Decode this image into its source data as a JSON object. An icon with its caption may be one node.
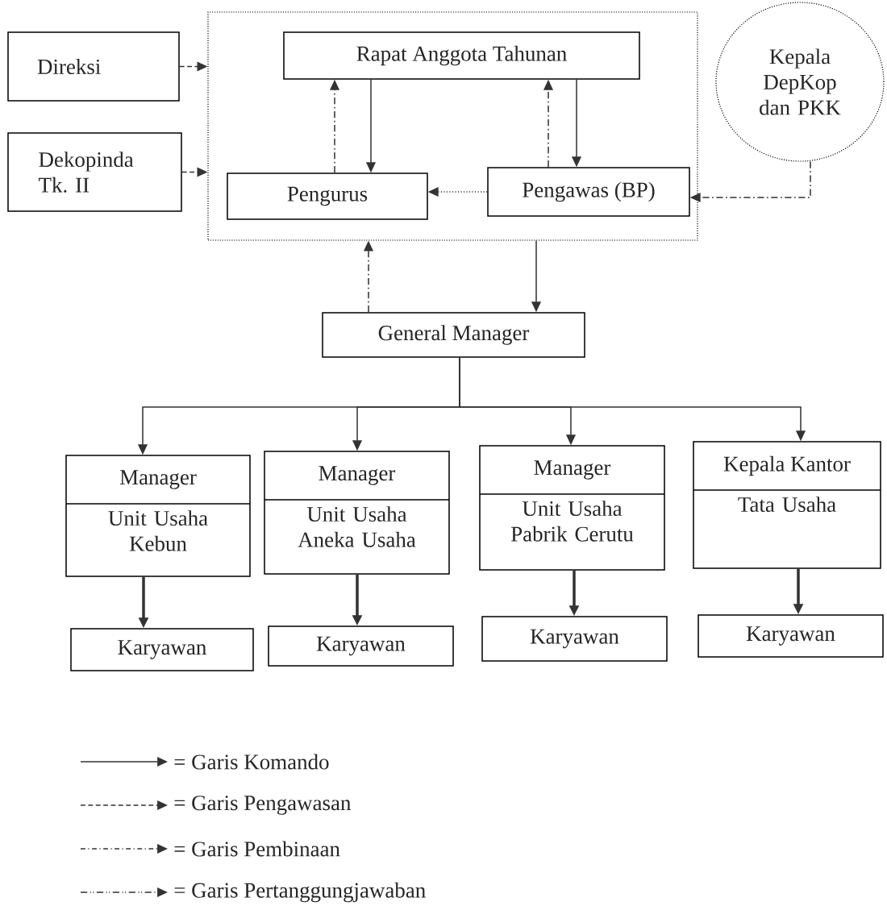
{
  "diagram": {
    "nodes": [
      {
        "text": [],
        "shape": "box"
      },
      {
        "text": [
          "Rapat Anggota Tahunan"
        ],
        "in": 0
      },
      {
        "text": [
          "Pengurus"
        ],
        "in": 0
      },
      {
        "text": [
          "Pengawas (BP)"
        ],
        "in": 0
      },
      {
        "text": [
          "Direksi"
        ]
      },
      {
        "text": [
          "Dekopinda Tk. II"
        ]
      },
      {
        "text": [
          "Kepala DepKop dan PKK"
        ]
      },
      {
        "text": [
          "General Manager"
        ]
      },
      {
        "text": [
          "Manager",
          "Unit Usaha Kebun"
        ]
      },
      {
        "text": [
          "Manager",
          "Unit Usaha Aneka Usaha"
        ]
      },
      {
        "text": [
          "Manager",
          "Unit Usaha Pabrik Cerutu"
        ]
      },
      {
        "text": [
          "Kepala Kantor",
          "Tata Usaha"
        ]
      },
      {
        "text": [
          "Karyawan"
        ]
      },
      {
        "text": [
          "Karyawan"
        ]
      },
      {
        "text": [
          "Karyawan"
        ]
      },
      {
        "text": [
          "Karyawan"
        ]
      }
    ],
    "edges": [
      {
        "from": 4,
        "to": 0,
        "arrow": "to",
        "style": "dashed"
      },
      {
        "from": 5,
        "to": 0,
        "arrow": "to",
        "style": "dashed"
      },
      {
        "from": 2,
        "to": 1,
        "arrow": "to",
        "style": "dashed"
      },
      {
        "from": 1,
        "to": 2,
        "arrow": "to"
      },
      {
        "from": 3,
        "to": 1,
        "arrow": "to",
        "style": "dashed"
      },
      {
        "from": 1,
        "to": 3,
        "arrow": "to"
      },
      {
        "from": 3,
        "to": 2,
        "arrow": "to",
        "style": "dashed"
      },
      {
        "from": 6,
        "to": 3,
        "arrow": "to",
        "style": "dashed"
      },
      {
        "from": 0,
        "to": 7,
        "arrow": "to"
      },
      {
        "from": 7,
        "to": 0,
        "arrow": "to",
        "style": "dashed"
      },
      {
        "from": 7,
        "to": 8,
        "arrow": "to"
      },
      {
        "from": 7,
        "to": 9,
        "arrow": "to"
      },
      {
        "from": 7,
        "to": 10,
        "arrow": "to"
      },
      {
        "from": 7,
        "to": 11,
        "arrow": "to"
      },
      {
        "from": 8,
        "to": 12,
        "arrow": "to",
        "style": "thick"
      },
      {
        "from": 9,
        "to": 13,
        "arrow": "to",
        "style": "thick"
      },
      {
        "from": 10,
        "to": 14,
        "arrow": "to",
        "style": "thick"
      },
      {
        "from": 11,
        "to": 15,
        "arrow": "to",
        "style": "thick"
      }
    ],
    "legend": [
      {
        "text": "= Garis Komando"
      },
      {
        "text": "= Garis Pengawasan"
      },
      {
        "text": "= Garis Pembinaan"
      },
      {
        "text": "= Garis Pertanggungjawaban"
      }
    ]
  }
}
